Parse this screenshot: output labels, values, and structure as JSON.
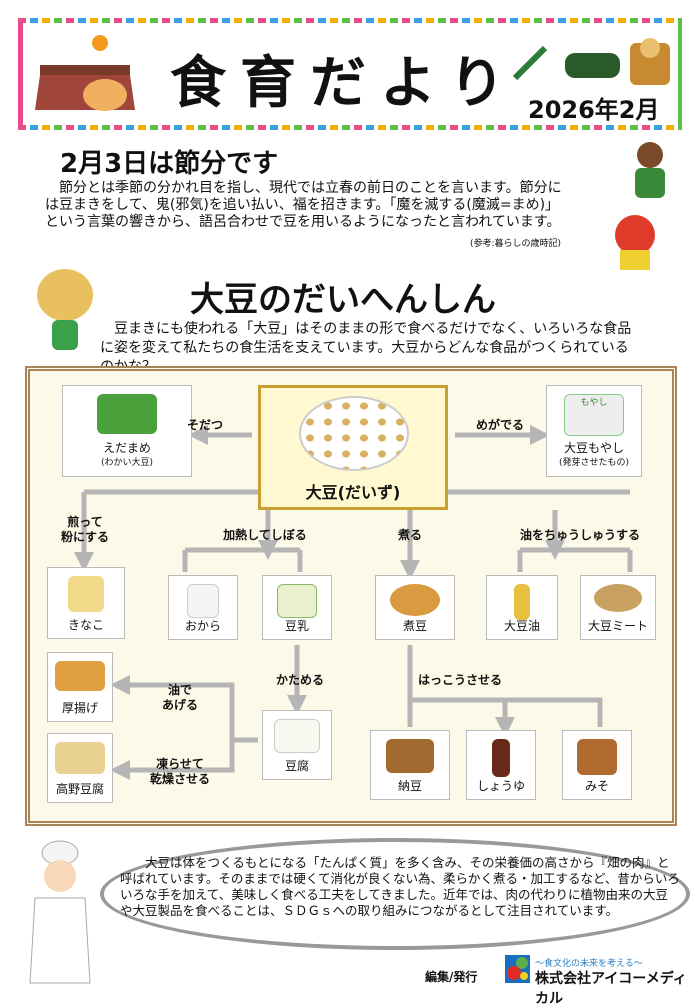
{
  "header": {
    "title": "食育だより",
    "date": "2026年2月"
  },
  "setsubun": {
    "title": "2月3日は節分です",
    "body": "節分とは季節の分かれ目を指し、現代では立春の前日のことを言います。節分には豆まきをして、鬼(邪気)を追い払い、福を招きます。「魔を滅する(魔滅=まめ)」という言葉の響きから、語呂合わせで豆を用いるようになったと言われています。",
    "source": "(参考:暮らしの歳時記)"
  },
  "daizu": {
    "title": "大豆のだいへんしん",
    "intro": "豆まきにも使われる「大豆」はそのままの形で食べるだけでなく、いろいろな食品に姿を変えて私たちの食生活を支えています。大豆からどんな食品がつくられているのかな？",
    "center": "大豆(だいず)",
    "edamame": {
      "label": "えだまめ",
      "sub": "(わかい大豆)"
    },
    "moyashi": {
      "label": "大豆もやし",
      "sub": "(発芽させたもの)",
      "pack": "もやし"
    },
    "foods": {
      "kinako": "きなこ",
      "okara": "おから",
      "tonyu": "豆乳",
      "nimame": "煮豆",
      "oil": "大豆油",
      "meat": "大豆ミート",
      "atsuage": "厚揚げ",
      "koya": "高野豆腐",
      "tofu": "豆腐",
      "natto": "納豆",
      "shoyu": "しょうゆ",
      "miso": "みそ"
    },
    "process": {
      "sodatsu": "そだつ",
      "megaderu": "めがでる",
      "iru1": "煎って",
      "iru2": "粉にする",
      "shiboru": "加熱してしぼる",
      "niru": "煮る",
      "abura": "油をちゅうしゅうする",
      "katameru": "かためる",
      "hakko": "はっこうさせる",
      "ageru1": "油で",
      "ageru2": "あげる",
      "koorase1": "凍らせて",
      "koorase2": "乾燥させる"
    }
  },
  "note": "大豆は体をつくるもとになる「たんぱく質」を多く含み、その栄養価の高さから『畑の肉』と呼ばれています。そのままでは硬くて消化が良くない為、柔らかく煮る・加工するなど、昔からいろいろな手を加えて、美味しく食べる工夫をしてきました。近年では、肉の代わりに植物由来の大豆や大豆製品を食べることは、ＳＤＧｓへの取り組みにつながるとして注目されています。",
  "footer": {
    "editor": "編集/発行",
    "tagline": "～食文化の未来を考える～",
    "company": "株式会社アイコーメディカル"
  }
}
